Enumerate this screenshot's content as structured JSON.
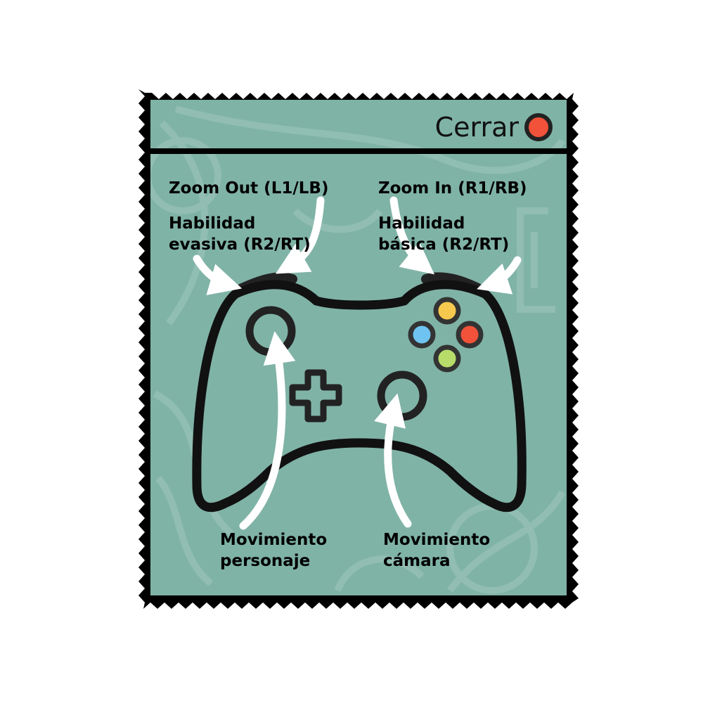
{
  "panel": {
    "bg_color": "#7fb3a6",
    "border_color": "#000000"
  },
  "header": {
    "close_label": "Cerrar",
    "close_icon": "red-dot-icon",
    "close_color": "#f2523a"
  },
  "labels": {
    "zoom_out": "Zoom Out (L1/LB)",
    "zoom_in": "Zoom In (R1/RB)",
    "evasive_line1": "Habilidad",
    "evasive_line2": "evasiva (R2/RT)",
    "basic_line1": "Habilidad",
    "basic_line2": "básica (R2/RT)",
    "move_char_line1": "Movimiento",
    "move_char_line2": "personaje",
    "move_cam_line1": "Movimiento",
    "move_cam_line2": "cámara"
  },
  "controller": {
    "icon": "gamepad-icon",
    "body_color": "#7fb3a6",
    "outline_color": "#000000",
    "buttons": {
      "top": "#f6c84e",
      "left": "#6ec3f0",
      "right": "#f2523a",
      "bottom": "#b8dc6a"
    }
  }
}
